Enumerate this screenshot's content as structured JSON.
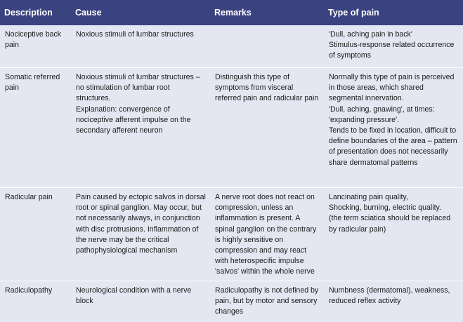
{
  "headers": [
    "Description",
    "Cause",
    "Remarks",
    "Type of pain"
  ],
  "rows": [
    {
      "description": "Nociceptive back pain",
      "cause": [
        "Noxious stimuli of lumbar structures"
      ],
      "remarks": [
        ""
      ],
      "type": [
        "'Dull, aching pain in back'",
        "Stimulus-response related occurrence of symptoms"
      ]
    },
    {
      "description": "Somatic referred pain",
      "cause": [
        "Noxious stimuli of lumbar structures – no stimulation of lumbar root structures.",
        "Explanation: convergence of nociceptive afferent impulse on the secondary afferent neuron"
      ],
      "remarks": [
        "Distinguish this type of symptoms from visceral referred pain and radicular pain"
      ],
      "type": [
        "Normally this type of pain is perceived in those areas, which shared segmental innervation.",
        "'Dull, aching, gnawing', at times: 'expanding pressure'.",
        "Tends to be fixed in location, difficult to define boundaries of the area – pattern of presentation does not necessarily share dermatomal patterns"
      ]
    },
    {
      "description": "Radicular pain",
      "cause": [
        "Pain caused by ectopic salvos in dorsal root or spinal ganglion. May occur, but not necessarily always, in conjunction with disc protrusions. Inflammation of the nerve may be the critical pathophysiological mechanism"
      ],
      "remarks": [
        "A nerve root does not react on compression, unless an inflammation is present. A spinal ganglion on the contrary is highly sensitive on compression and may react with heterospecific impulse 'salvos' within the whole nerve"
      ],
      "type": [
        "Lancinating pain quality,",
        "Shocking, burning, electric quality.",
        "(the term sciatica should be replaced by radicular pain)"
      ]
    },
    {
      "description": "Radiculopathy",
      "cause": [
        "Neurological condition with a nerve block"
      ],
      "remarks": [
        "Radiculopathy is not defined by pain, but by motor and sensory changes"
      ],
      "type": [
        "Numbness (dermatomal), weakness, reduced reflex activity"
      ]
    }
  ]
}
